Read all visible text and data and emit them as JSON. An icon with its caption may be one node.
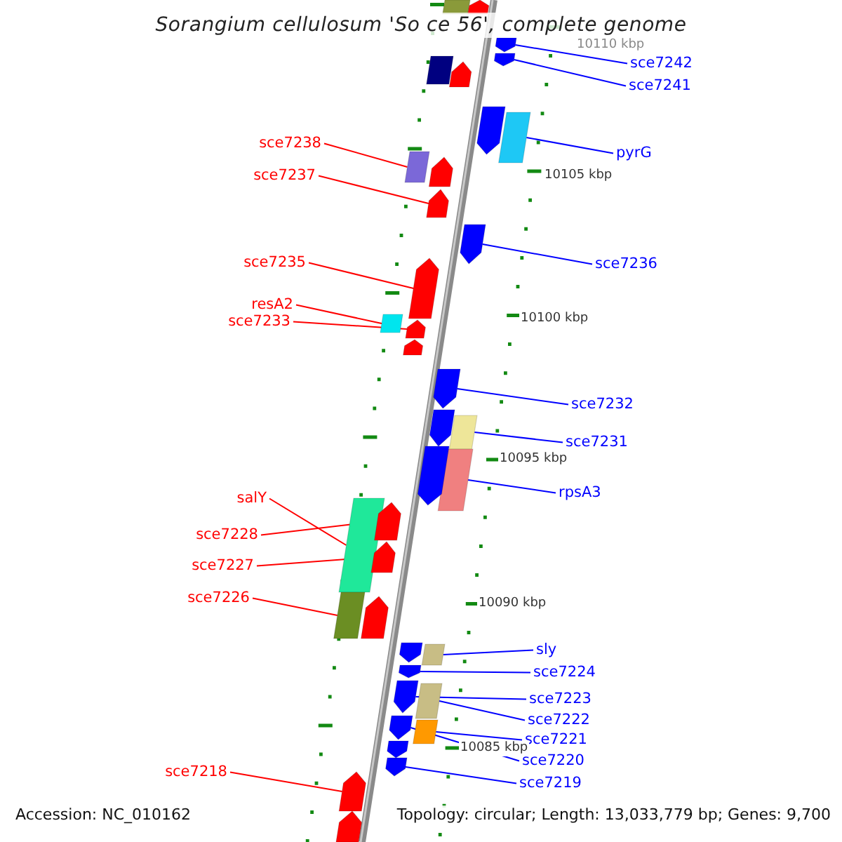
{
  "diagram": {
    "title": "Sorangium cellulosum 'So ce 56', complete genome",
    "nodes": [
      {
        "text": [
          "sce7242"
        ]
      },
      {
        "text": [],
        "shape": "arrow"
      },
      {
        "text": [
          "sce7241"
        ]
      },
      {
        "text": [],
        "shape": "arrow"
      },
      {
        "text": [
          "sce7238"
        ]
      },
      {
        "text": [],
        "shape": "box"
      },
      {
        "text": [
          "pyrG"
        ]
      },
      {
        "text": [],
        "shape": "box"
      },
      {
        "text": [
          "sce7237"
        ]
      },
      {
        "text": [],
        "shape": "arrow"
      },
      {
        "text": [
          "sce7235"
        ]
      },
      {
        "text": [],
        "shape": "arrow"
      },
      {
        "text": [
          "sce7236"
        ]
      },
      {
        "text": [],
        "shape": "arrow"
      },
      {
        "text": [
          "resA2"
        ]
      },
      {
        "text": [],
        "shape": "box"
      },
      {
        "text": [
          "sce7233"
        ]
      },
      {
        "text": [],
        "shape": "arrow"
      },
      {
        "text": [
          "sce7232"
        ]
      },
      {
        "text": [],
        "shape": "arrow"
      },
      {
        "text": [
          "sce7231"
        ]
      },
      {
        "text": [],
        "shape": "box"
      },
      {
        "text": [
          "rpsA3"
        ]
      },
      {
        "text": [],
        "shape": "box"
      },
      {
        "text": [
          "salY"
        ]
      },
      {
        "text": [],
        "shape": "box"
      },
      {
        "text": [
          "sce7228"
        ]
      },
      {
        "text": [],
        "shape": "arrow"
      },
      {
        "text": [
          "sce7227"
        ]
      },
      {
        "text": [],
        "shape": "arrow"
      },
      {
        "text": [
          "sce7226"
        ]
      },
      {
        "text": [],
        "shape": "box"
      },
      {
        "text": [
          "sly"
        ]
      },
      {
        "text": [],
        "shape": "box"
      },
      {
        "text": [
          "sce7224"
        ]
      },
      {
        "text": [],
        "shape": "arrow"
      },
      {
        "text": [
          "sce7223"
        ]
      },
      {
        "text": [],
        "shape": "arrow"
      },
      {
        "text": [
          "sce7222"
        ]
      },
      {
        "text": [],
        "shape": "box"
      },
      {
        "text": [
          "sce7221"
        ]
      },
      {
        "text": [],
        "shape": "box"
      },
      {
        "text": [
          "sce7220"
        ]
      },
      {
        "text": [],
        "shape": "arrow"
      },
      {
        "text": [
          "sce7218"
        ]
      },
      {
        "text": [],
        "shape": "arrow"
      },
      {
        "text": [
          "sce7219"
        ]
      },
      {
        "text": [],
        "shape": "arrow"
      },
      {
        "text": [],
        "shape": "box"
      },
      {
        "text": [],
        "shape": "arrow"
      },
      {
        "text": [],
        "shape": "box"
      },
      {
        "text": [],
        "shape": "arrow"
      },
      {
        "text": [],
        "shape": "arrow"
      },
      {
        "text": [],
        "shape": "arrow"
      },
      {
        "text": [],
        "shape": "arrow"
      },
      {
        "text": [],
        "shape": "arrow"
      },
      {
        "text": [],
        "shape": "arrow"
      },
      {
        "text": [],
        "shape": "arrow"
      },
      {
        "text": [],
        "shape": "arrow"
      },
      {
        "text": [],
        "shape": "arrow"
      },
      {
        "text": [],
        "shape": "arrow"
      }
    ],
    "edges": [
      {
        "from": 0,
        "to": 1,
        "arrow": "none"
      },
      {
        "from": 2,
        "to": 3,
        "arrow": "none"
      },
      {
        "from": 4,
        "to": 5,
        "arrow": "none",
        "color": "#ff0000"
      },
      {
        "from": 6,
        "to": 7,
        "arrow": "none"
      },
      {
        "from": 8,
        "to": 9,
        "arrow": "none",
        "color": "#ff0000"
      },
      {
        "from": 10,
        "to": 11,
        "arrow": "none",
        "color": "#ff0000"
      },
      {
        "from": 12,
        "to": 13,
        "arrow": "none"
      },
      {
        "from": 14,
        "to": 15,
        "arrow": "none",
        "color": "#ff0000"
      },
      {
        "from": 16,
        "to": 17,
        "arrow": "none",
        "color": "#ff0000"
      },
      {
        "from": 18,
        "to": 19,
        "arrow": "none"
      },
      {
        "from": 20,
        "to": 21,
        "arrow": "none"
      },
      {
        "from": 22,
        "to": 23,
        "arrow": "none"
      },
      {
        "from": 24,
        "to": 25,
        "arrow": "none",
        "color": "#ff0000"
      },
      {
        "from": 26,
        "to": 27,
        "arrow": "none",
        "color": "#ff0000"
      },
      {
        "from": 28,
        "to": 29,
        "arrow": "none",
        "color": "#ff0000"
      },
      {
        "from": 30,
        "to": 31,
        "arrow": "none",
        "color": "#ff0000"
      },
      {
        "from": 32,
        "to": 33,
        "arrow": "none"
      },
      {
        "from": 34,
        "to": 35,
        "arrow": "none"
      },
      {
        "from": 36,
        "to": 37,
        "arrow": "none"
      },
      {
        "from": 38,
        "to": 39,
        "arrow": "none"
      },
      {
        "from": 40,
        "to": 41,
        "arrow": "none"
      },
      {
        "from": 42,
        "to": 43,
        "arrow": "none"
      },
      {
        "from": 44,
        "to": 45,
        "arrow": "none",
        "color": "#ff0000"
      },
      {
        "from": 46,
        "to": 47,
        "arrow": "none"
      }
    ],
    "labels": [
      "10110 kbp",
      "10105 kbp",
      "10100 kbp",
      "10095 kbp",
      "10090 kbp",
      "10085 kbp",
      "Accession: NC_010162",
      "Topology: circular; Length: 13,033,779 bp; Genes: 9,700"
    ]
  }
}
